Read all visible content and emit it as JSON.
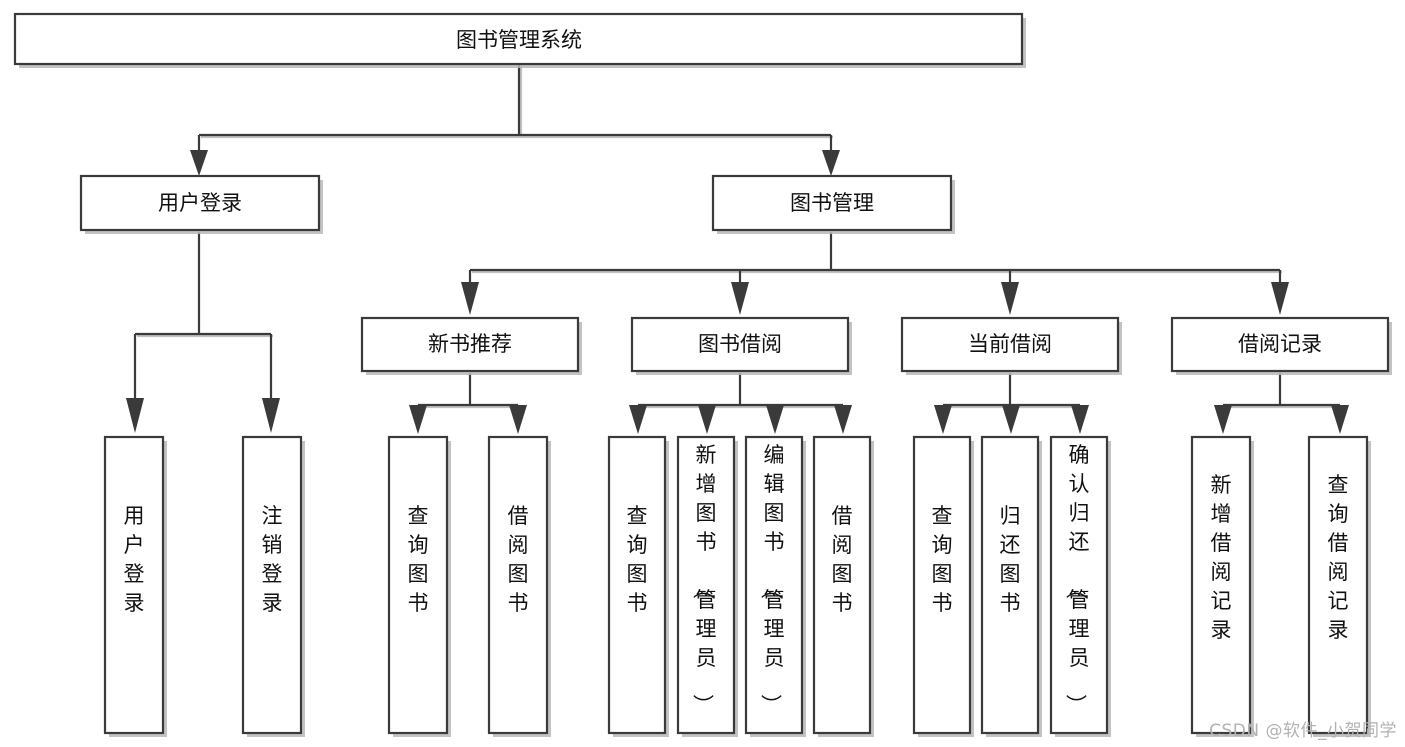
{
  "diagram": {
    "type": "tree-hierarchy-diagram",
    "title": "图书管理系统",
    "watermark": "CSDN @软件_小贺同学",
    "colors": {
      "stroke": "#3a3a3a",
      "fill": "#ffffff",
      "text": "#111111",
      "shadow": "#b9b9b9",
      "watermark": "#b2b2b2"
    },
    "levels": [
      {
        "level": 1,
        "nodes": [
          {
            "id": "root",
            "label": "图书管理系统",
            "orientation": "horizontal"
          }
        ]
      },
      {
        "level": 2,
        "nodes": [
          {
            "id": "login",
            "label": "用户登录",
            "orientation": "horizontal",
            "parent": "root"
          },
          {
            "id": "bookmgmt",
            "label": "图书管理",
            "orientation": "horizontal",
            "parent": "root"
          }
        ]
      },
      {
        "level": 3,
        "nodes": [
          {
            "id": "newbook",
            "label": "新书推荐",
            "orientation": "horizontal",
            "parent": "bookmgmt"
          },
          {
            "id": "borrow",
            "label": "图书借阅",
            "orientation": "horizontal",
            "parent": "bookmgmt"
          },
          {
            "id": "current",
            "label": "当前借阅",
            "orientation": "horizontal",
            "parent": "bookmgmt"
          },
          {
            "id": "records",
            "label": "借阅记录",
            "orientation": "horizontal",
            "parent": "bookmgmt"
          }
        ]
      },
      {
        "level": 4,
        "nodes": [
          {
            "id": "leaf-user-login",
            "label": "用户登录",
            "orientation": "vertical",
            "parent": "login"
          },
          {
            "id": "leaf-user-logout",
            "label": "注销登录",
            "orientation": "vertical",
            "parent": "login"
          },
          {
            "id": "leaf-query-book-1",
            "label": "查询图书",
            "orientation": "vertical",
            "parent": "newbook"
          },
          {
            "id": "leaf-borrow-book-1",
            "label": "借阅图书",
            "orientation": "vertical",
            "parent": "newbook"
          },
          {
            "id": "leaf-query-book-2",
            "label": "查询图书",
            "orientation": "vertical",
            "parent": "borrow"
          },
          {
            "id": "leaf-add-book",
            "label": "新增图书（管理员）",
            "orientation": "vertical",
            "parent": "borrow"
          },
          {
            "id": "leaf-edit-book",
            "label": "编辑图书（管理员）",
            "orientation": "vertical",
            "parent": "borrow"
          },
          {
            "id": "leaf-borrow-book-2",
            "label": "借阅图书",
            "orientation": "vertical",
            "parent": "borrow"
          },
          {
            "id": "leaf-query-book-3",
            "label": "查询图书",
            "orientation": "vertical",
            "parent": "current"
          },
          {
            "id": "leaf-return-book",
            "label": "归还图书",
            "orientation": "vertical",
            "parent": "current"
          },
          {
            "id": "leaf-confirm-return",
            "label": "确认归还（管理员）",
            "orientation": "vertical",
            "parent": "current"
          },
          {
            "id": "leaf-add-record",
            "label": "新增借阅记录",
            "orientation": "vertical",
            "parent": "records"
          },
          {
            "id": "leaf-query-record",
            "label": "查询借阅记录",
            "orientation": "vertical",
            "parent": "records"
          }
        ]
      }
    ]
  }
}
